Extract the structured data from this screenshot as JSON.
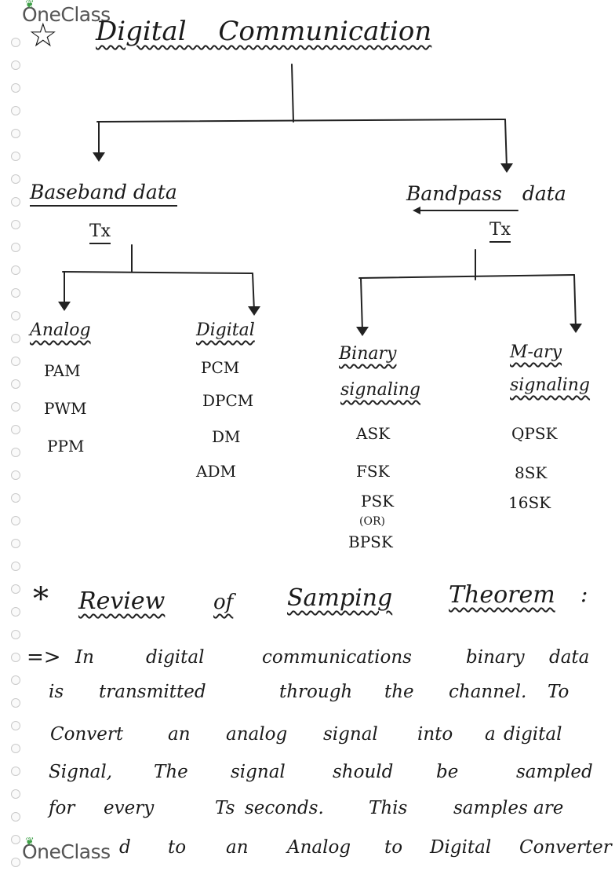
{
  "brand": {
    "top": "OneClass",
    "bottom": "OneClass"
  },
  "title": "Digital Communication",
  "title_mark": "☆",
  "branches": {
    "baseband": {
      "label": "Baseband data",
      "tx": "Tx"
    },
    "bandpass": {
      "label": "Bandpass data",
      "tx": "Tx"
    }
  },
  "analog": {
    "heading": "Analog",
    "items": [
      "PAM",
      "PWM",
      "PPM"
    ]
  },
  "digital": {
    "heading": "Digital",
    "items": [
      "PCM",
      "DPCM",
      "DM",
      "ADM"
    ]
  },
  "binary": {
    "heading_1": "Binary",
    "heading_2": "signaling",
    "items": [
      "ASK",
      "FSK",
      "PSK",
      "(OR)",
      "BPSK"
    ]
  },
  "mary": {
    "heading_1": "M-ary",
    "heading_2": "signaling",
    "items": [
      "QPSK",
      "8SK",
      "16SK"
    ]
  },
  "review": {
    "star": "*",
    "words": [
      "Review",
      "of",
      "Samping",
      "Theorem",
      ":"
    ]
  },
  "paragraph": {
    "arrow": "=>",
    "lines": [
      [
        "In",
        "digital",
        "communications",
        "binary",
        "data"
      ],
      [
        "is",
        "transmitted",
        "through",
        "the",
        "channel.",
        "To"
      ],
      [
        "Convert",
        "an",
        "analog",
        "signal",
        "into",
        "a",
        "digital"
      ],
      [
        "Signal,",
        "The",
        "signal",
        "should",
        "be",
        "sampled"
      ],
      [
        "for",
        "every",
        "Ts",
        "seconds.",
        "This",
        "samples",
        "are"
      ],
      [
        "d",
        "to",
        "an",
        "Analog",
        "to",
        "Digital",
        "Converter"
      ]
    ]
  }
}
